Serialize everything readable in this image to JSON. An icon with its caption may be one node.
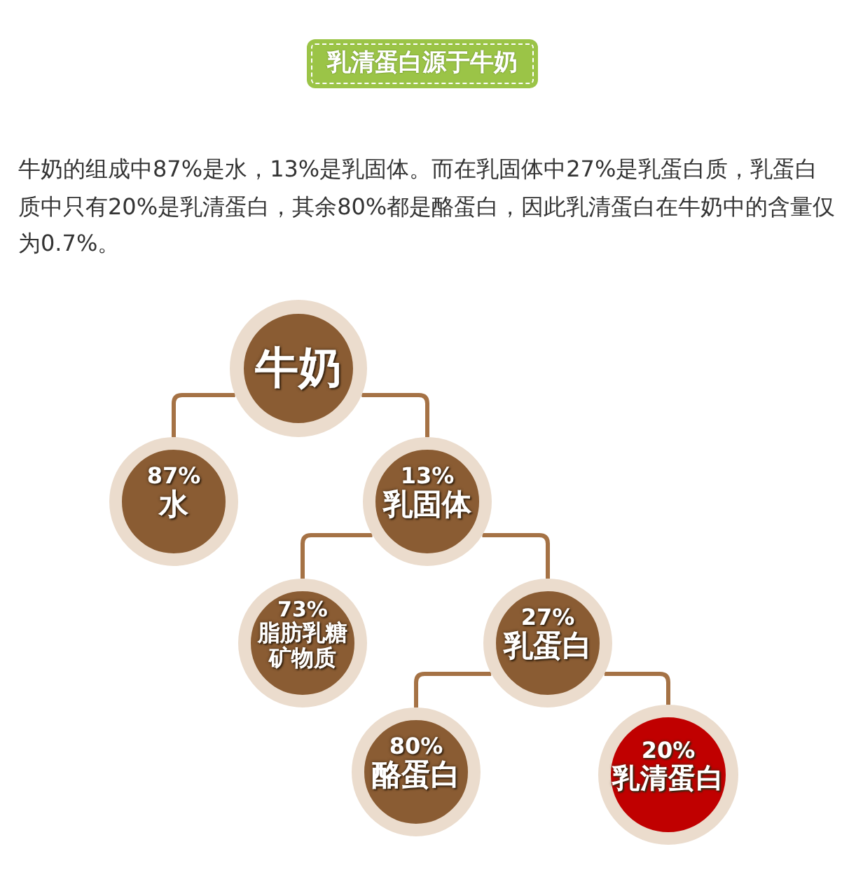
{
  "diagram": {
    "title": "乳清蛋白源于牛奶",
    "nodes": [
      {
        "text": [
          "牛奶"
        ]
      },
      {
        "text": [
          "87%",
          "水"
        ]
      },
      {
        "text": [
          "13%",
          "乳固体"
        ]
      },
      {
        "text": [
          "73%",
          "脂肪乳糖矿物质"
        ]
      },
      {
        "text": [
          "27%",
          "乳蛋白"
        ]
      },
      {
        "text": [
          "80%",
          "酪蛋白"
        ]
      },
      {
        "text": [
          "20%",
          "乳清蛋白"
        ]
      }
    ],
    "edges": [
      {
        "from": 0,
        "to": 1,
        "arrow": "none"
      },
      {
        "from": 0,
        "to": 2,
        "arrow": "none"
      },
      {
        "from": 2,
        "to": 3,
        "arrow": "none"
      },
      {
        "from": 2,
        "to": 4,
        "arrow": "none"
      },
      {
        "from": 4,
        "to": 5,
        "arrow": "none"
      },
      {
        "from": 4,
        "to": 6,
        "arrow": "none"
      }
    ],
    "labels": [
      "牛奶的组成中87%是水，13%是乳固体。而在乳固体中27%是乳蛋白质，乳蛋白质中只有20%是乳清蛋白，其余80%都是酪蛋白，因此乳清蛋白在牛奶中的含量仅为0.7%。"
    ]
  }
}
